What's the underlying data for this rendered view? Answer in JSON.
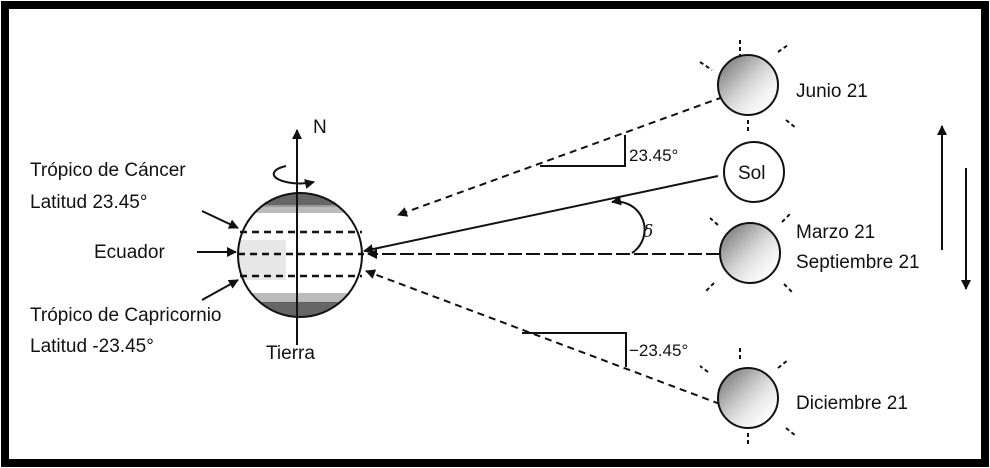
{
  "diagram": {
    "north_label": "N",
    "earth_label": "Tierra",
    "tropic_cancer": {
      "line1": "Trópico de Cáncer",
      "line2": "Latitud 23.45°"
    },
    "equator_label": "Ecuador",
    "tropic_capricorn": {
      "line1": "Trópico de Capricornio",
      "line2": "Latitud -23.45°"
    },
    "sun_label": "Sol",
    "angle_delta_label": "δ",
    "angle_positive_label": "23.45°",
    "angle_negative_label": "−23.45°",
    "june_label": "Junio 21",
    "march_label": "Marzo 21",
    "september_label": "Septiembre 21",
    "december_label": "Diciembre 21"
  },
  "colors": {
    "frame": "#000000",
    "line": "#111111",
    "globe_shade": "#8a8a8a"
  }
}
